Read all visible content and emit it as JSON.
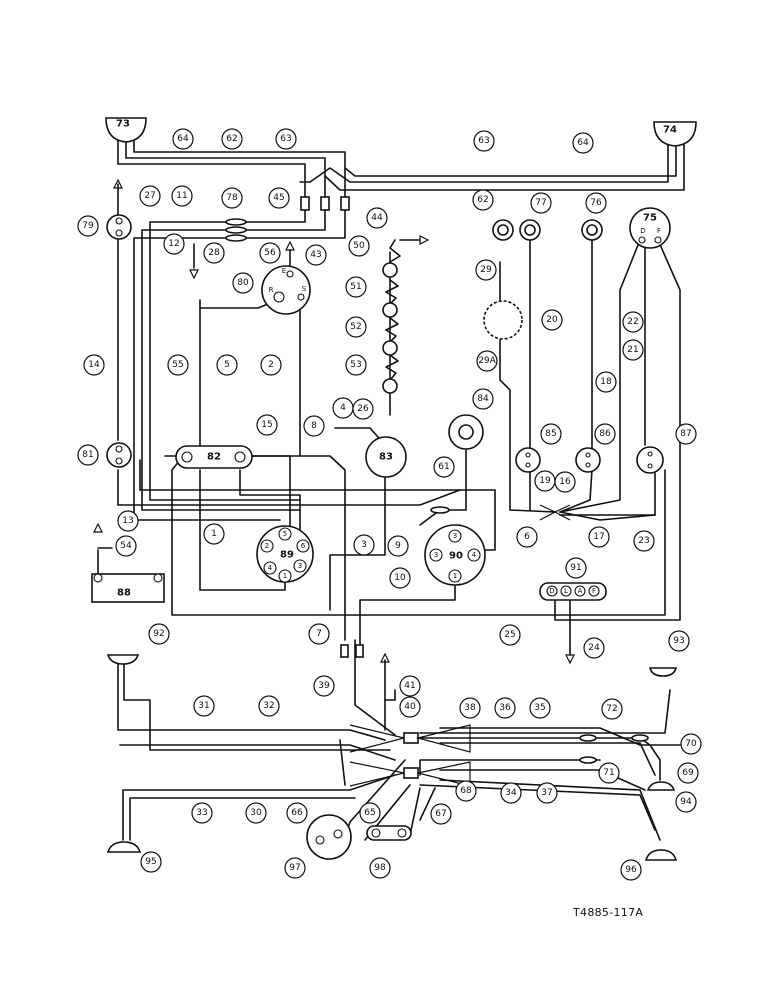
{
  "drawing_code": "T4885-117A",
  "components": {
    "c73": "73",
    "c74": "74",
    "c75": "75",
    "c79": "79",
    "c80": "80",
    "c81": "81",
    "c82": "82",
    "c83": "83",
    "c84": "84",
    "c85": "85",
    "c86": "86",
    "c87": "87",
    "c88": "88",
    "c89": "89",
    "c90": "90",
    "c91": "91",
    "c92": "92",
    "c93": "93",
    "c94": "94",
    "c95": "95",
    "c96": "96",
    "c97": "97",
    "c98": "98"
  },
  "callouts": {
    "n1": "1",
    "n2": "2",
    "n3": "3",
    "n4": "4",
    "n5": "5",
    "n6": "6",
    "n7": "7",
    "n8": "8",
    "n9": "9",
    "n10": "10",
    "n11": "11",
    "n12": "12",
    "n13": "13",
    "n14": "14",
    "n15": "15",
    "n16": "16",
    "n17": "17",
    "n18": "18",
    "n19": "19",
    "n20": "20",
    "n21": "21",
    "n22": "22",
    "n23": "23",
    "n24": "24",
    "n25": "25",
    "n26": "26",
    "n27": "27",
    "n28": "28",
    "n29": "29",
    "n29a": "29A",
    "n30": "30",
    "n31": "31",
    "n32": "32",
    "n33": "33",
    "n34": "34",
    "n35": "35",
    "n36": "36",
    "n37": "37",
    "n38": "38",
    "n39": "39",
    "n40": "40",
    "n41": "41",
    "n43": "43",
    "n44": "44",
    "n45": "45",
    "n50": "50",
    "n51": "51",
    "n52": "52",
    "n53": "53",
    "n54": "54",
    "n55": "55",
    "n56": "56",
    "n61": "61",
    "n62a": "62",
    "n62b": "62",
    "n63a": "63",
    "n63b": "63",
    "n64a": "64",
    "n64b": "64",
    "n65": "65",
    "n66": "66",
    "n67": "67",
    "n68": "68",
    "n69": "69",
    "n70": "70",
    "n71": "71",
    "n72": "72",
    "n76": "76",
    "n77": "77",
    "n78": "78"
  },
  "pins": {
    "p80e": "E",
    "p80r": "R",
    "p80s": "S",
    "p75d": "D",
    "p75f": "F",
    "p89_1": "1",
    "p89_2": "2",
    "p89_3": "3",
    "p89_4": "4",
    "p89_5": "5",
    "p89_6": "6",
    "p90_1": "1",
    "p90_3": "3",
    "p90_4": "4",
    "p91d": "D",
    "p91l": "L",
    "p91a": "A",
    "p91f": "F"
  }
}
